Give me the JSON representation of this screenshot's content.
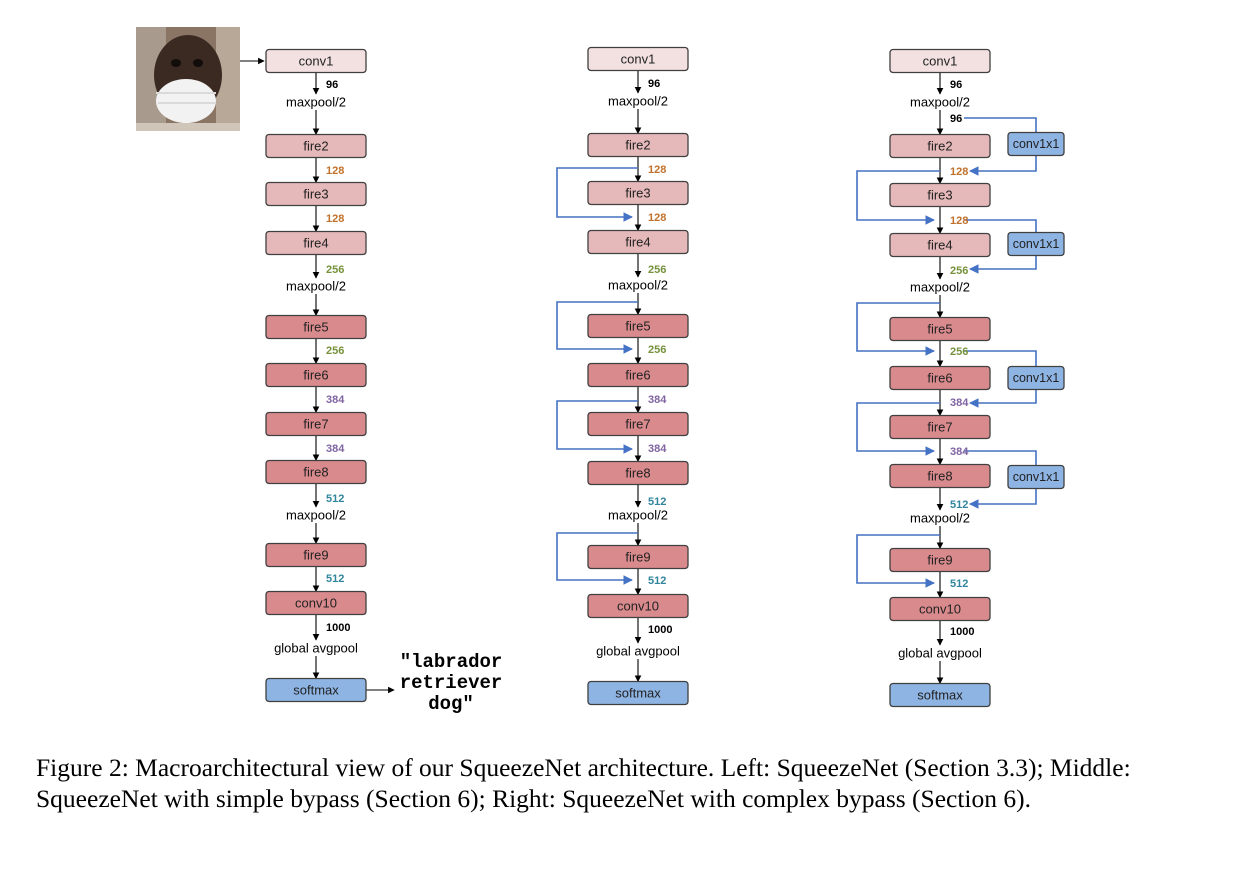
{
  "colors": {
    "conv1": "#f3e1e2",
    "fire_light": "#e5b8b9",
    "fire_dark": "#d98a8d",
    "softmax": "#8eb4e3",
    "bypass_line": "#4472c4",
    "border": "#404040",
    "ch_96": "#000000",
    "ch_128": "#c0712c",
    "ch_256": "#76923c",
    "ch_384": "#8064a2",
    "ch_512": "#31859c",
    "ch_1000": "#000000"
  },
  "layers": {
    "conv1": "conv1",
    "fire2": "fire2",
    "fire3": "fire3",
    "fire4": "fire4",
    "fire5": "fire5",
    "fire6": "fire6",
    "fire7": "fire7",
    "fire8": "fire8",
    "fire9": "fire9",
    "conv10": "conv10",
    "softmax": "softmax",
    "conv1x1": "conv1x1"
  },
  "ops": {
    "maxpool": "maxpool/2",
    "avgpool": "global avgpool"
  },
  "channels": {
    "c96": "96",
    "c128": "128",
    "c256": "256",
    "c384": "384",
    "c512": "512",
    "c1000": "1000"
  },
  "input_image": "dog-with-mask-photo",
  "output_label": "\"labrador retriever dog\"",
  "caption": "Figure 2: Macroarchitectural view of our SqueezeNet architecture. Left: SqueezeNet (Section 3.3); Middle: SqueezeNet with simple bypass (Section 6); Right: SqueezeNet with complex bypass (Section 6)."
}
